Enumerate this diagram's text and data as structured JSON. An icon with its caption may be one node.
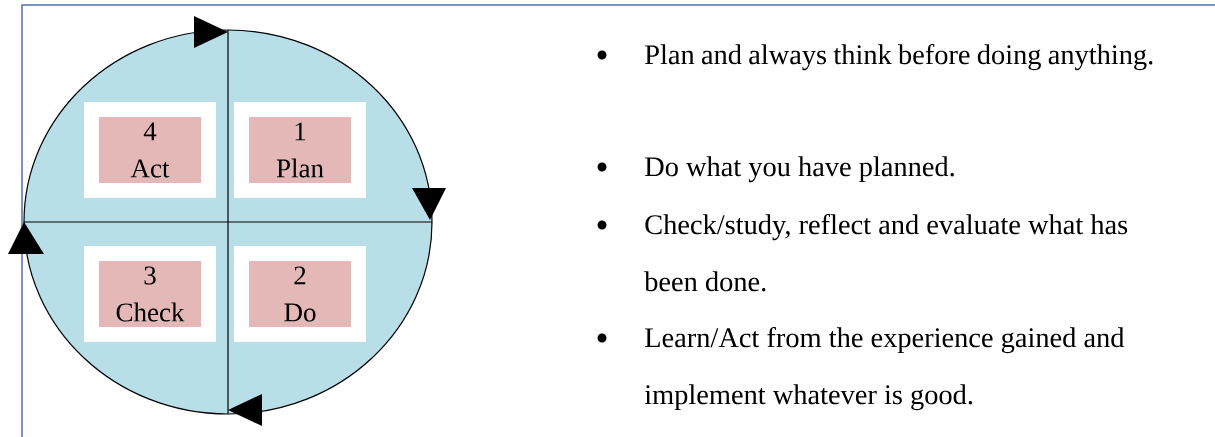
{
  "diagram": {
    "nodes": [
      {
        "text": [],
        "shape": "circle"
      },
      {
        "text": [
          "4",
          "Act"
        ],
        "in": 0
      },
      {
        "text": [
          "1",
          "Plan"
        ],
        "in": 0
      },
      {
        "text": [
          "3",
          "Check"
        ],
        "in": 0
      },
      {
        "text": [
          "2",
          "Do"
        ],
        "in": 0
      }
    ],
    "labels": [
      "Plan and always think before doing anything.",
      "Do what you have planned.",
      "Check/study, reflect and evaluate what has been done.",
      "Learn/Act from the experience gained and implement whatever is good."
    ]
  }
}
